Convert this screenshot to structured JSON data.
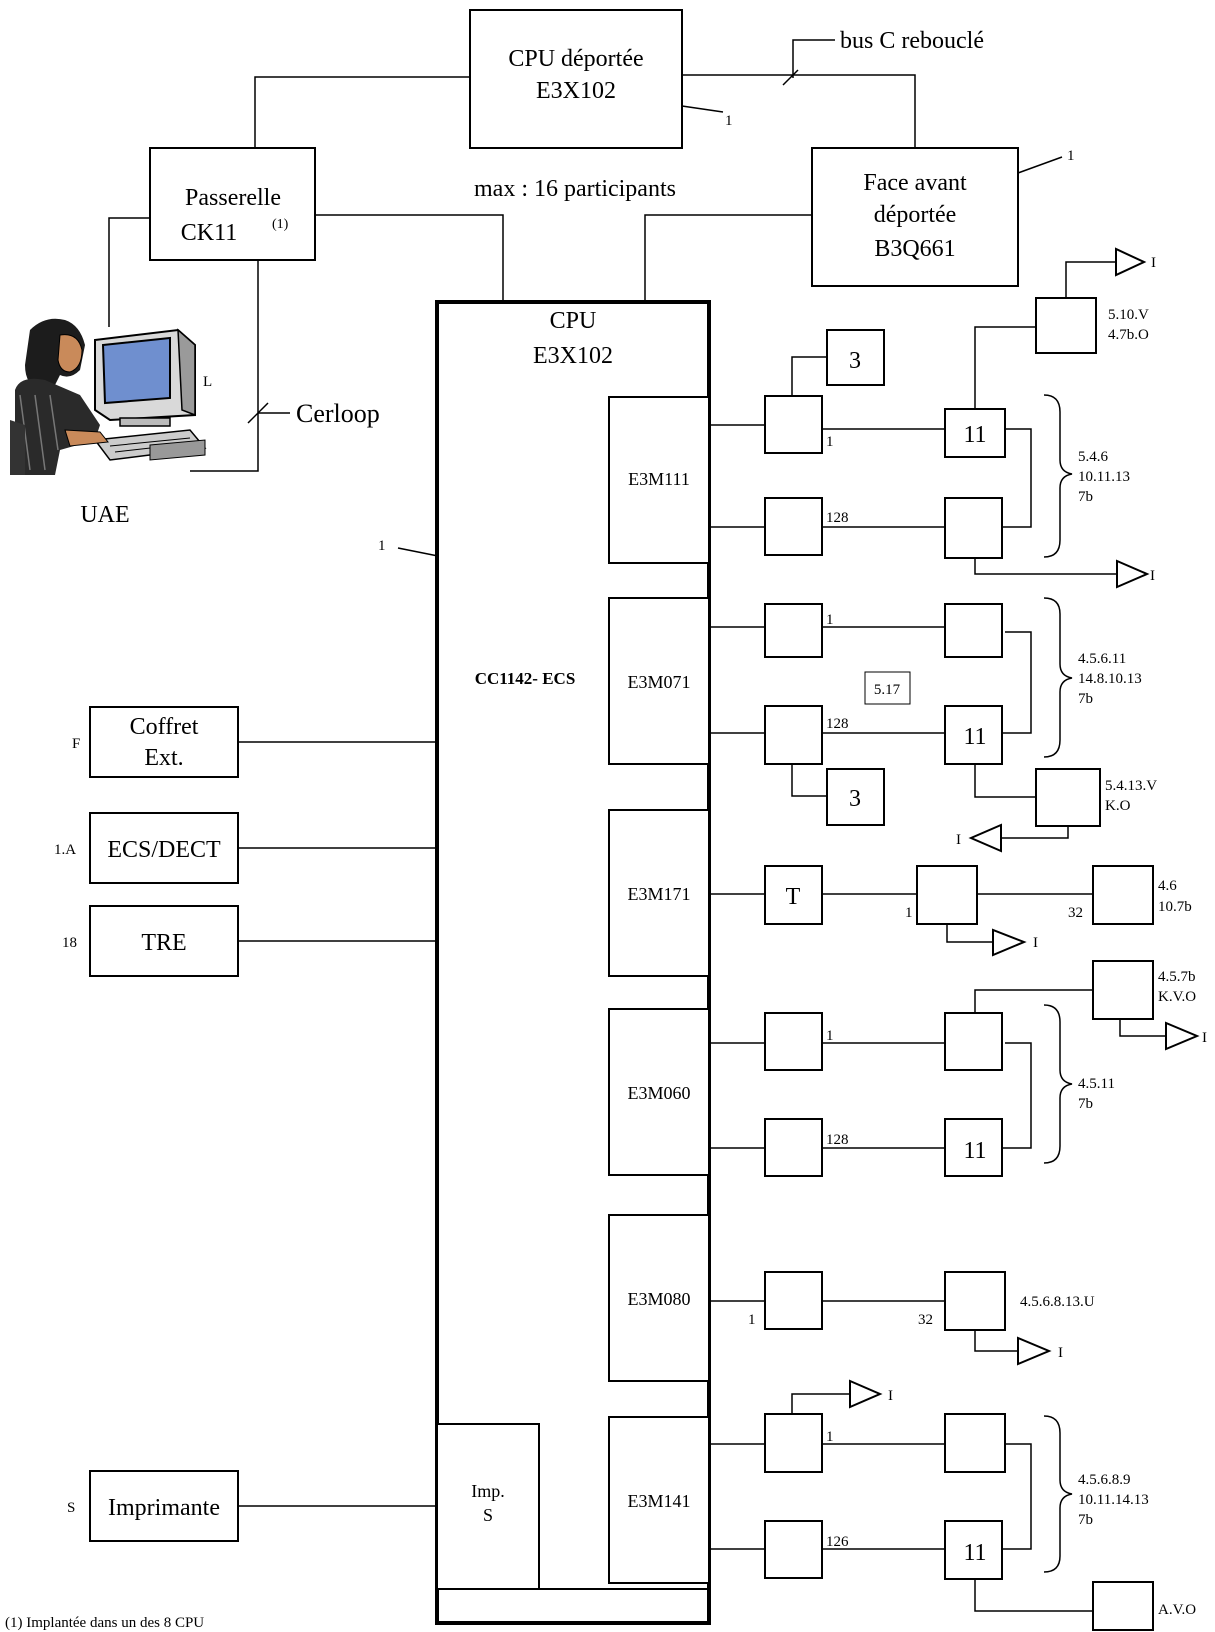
{
  "top": {
    "cpu_remote": [
      "CPU déportée",
      "E3X102"
    ],
    "cpu_remote_count": "1",
    "bus_label": "bus C rebouclé",
    "passerelle": "Passerelle",
    "passerelle_model": "CK11",
    "passerelle_note": "(1)",
    "max_label": "max : 16 participants",
    "face_avant": [
      "Face avant",
      "déportée",
      "B3Q661"
    ],
    "face_avant_count": "1",
    "cerloop": "Cerloop",
    "uae": "UAE",
    "uae_code": "L"
  },
  "cpu": {
    "title": [
      "CPU",
      "E3X102"
    ],
    "count": "1",
    "center_label": "CC1142- ECS",
    "imp": [
      "Imp.",
      "S"
    ]
  },
  "left": {
    "coffret": [
      "Coffret",
      "Ext."
    ],
    "coffret_code": "F",
    "ecs_dect": "ECS/DECT",
    "ecs_dect_code": "1.A",
    "tre": "TRE",
    "tre_code": "18",
    "imprimante": "Imprimante",
    "imprimante_code": "S"
  },
  "modules": {
    "m111": "E3M111",
    "m071": "E3M071",
    "m171": "E3M171",
    "m060": "E3M060",
    "m080": "E3M080",
    "m141": "E3M141"
  },
  "right": {
    "box3": "3",
    "box11": "11",
    "boxT": "T",
    "n1": "1",
    "n128": "128",
    "n126": "126",
    "n32": "32",
    "I": "I",
    "a_5_10_v": [
      "5.10.V",
      "4.7b.O"
    ],
    "a_546": [
      "5.4.6",
      "10.11.13",
      "7b"
    ],
    "a_4561": [
      "4.5.6.11",
      "14.8.10.13",
      "7b"
    ],
    "a_517": "5.17",
    "a_5413": [
      "5.4.13.V",
      "K.O"
    ],
    "a_46": [
      "4.6",
      "10.7b"
    ],
    "a_457b": [
      "4.5.7b",
      "K.V.O"
    ],
    "a_4511": [
      "4.5.11",
      "7b"
    ],
    "a_45681": "4.5.6.8.13.U",
    "a_45689": [
      "4.5.6.8.9",
      "10.11.14.13",
      "7b"
    ],
    "a_avo": "A.V.O"
  },
  "footnote": "(1) Implantée dans un des 8 CPU"
}
